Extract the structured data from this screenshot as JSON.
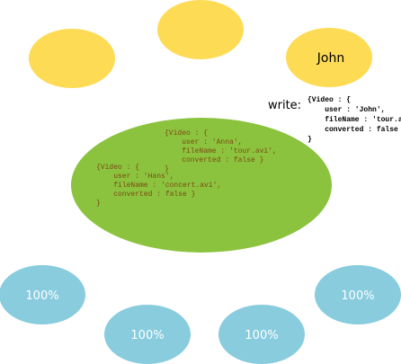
{
  "colors": {
    "client_node": "#fedb55",
    "space": "#8bc33e",
    "worker_node": "#88ccde",
    "worker_text": "#ffffff",
    "tuple_text": "#7a4a12"
  },
  "clients": [
    {
      "label": ""
    },
    {
      "label": ""
    },
    {
      "label": "John"
    }
  ],
  "write": {
    "label": "write:",
    "code": "{Video : {\n    user : 'John',\n    fileName : 'tour.avi',\n    converted : false }\n}"
  },
  "space": {
    "tuples": [
      {
        "code": "{Video : {\n    user : 'Anna',\n    fileName : 'tour.avi',\n    converted : false }\n}"
      },
      {
        "code": "{Video : {\n    user : 'Hans',\n    fileName : 'concert.avi',\n    converted : false }\n}"
      }
    ]
  },
  "workers": [
    {
      "progress": "100%"
    },
    {
      "progress": "100%"
    },
    {
      "progress": "100%"
    },
    {
      "progress": "100%"
    }
  ]
}
